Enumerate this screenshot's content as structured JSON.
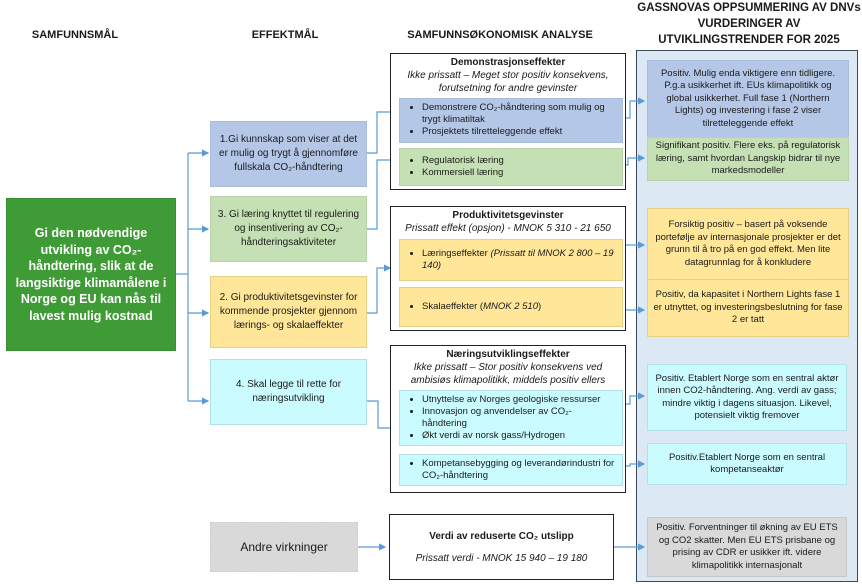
{
  "headers": {
    "samfunnsmal": "SAMFUNNSMÅL",
    "effektmal": "EFFEKTMÅL",
    "analyse": "SAMFUNNSØKONOMISK ANALYSE",
    "gassnova": "GASSNOVAS OPPSUMMERING AV DNVs VURDERINGER AV UTVIKLINGSTRENDER FOR 2025"
  },
  "samfunnsmal": {
    "text": "Gi den nødvendige utvikling av CO₂-håndtering, slik at de langsiktige klimamålene i Norge og EU kan nås til lavest mulig kostnad"
  },
  "effektmal": [
    {
      "text": "1.Gi kunnskap som viser at det er mulig og trygt å gjennomføre fullskala CO₂-håndtering"
    },
    {
      "text": "3. Gi læring knyttet til regulering og insentivering av CO₂-håndteringsaktiviteter"
    },
    {
      "text": "2. Gi produktivitetsgevinster for kommende prosjekter gjennom lærings- og skalaeffekter"
    },
    {
      "text": "4. Skal legge til rette for næringsutvikling"
    },
    {
      "text": "Andre virkninger"
    }
  ],
  "analyse": {
    "demonstrasjon": {
      "title": "Demonstrasjonseffekter",
      "subtitle": "Ikke prissatt – Meget stor positiv konsekvens, forutsetning for andre gevinster",
      "group1": [
        "Demonstrere CO₂-håndtering som mulig og trygt klimatiltak",
        "Prosjektets tilretteleggende effekt"
      ],
      "group2": [
        "Regulatorisk læring",
        "Kommersiell læring"
      ]
    },
    "produktivitet": {
      "title": "Produktivitetsgevinster",
      "subtitle": "Prissatt effekt (opsjon) - MNOK 5 310 - 21 650",
      "item1_label": "Læringseffekter ",
      "item1_note": "(Prissatt til MNOK 2 800 – 19 140)",
      "item2_label": "Skalaeffekter (",
      "item2_note": "MNOK 2 510",
      "item2_close": ")"
    },
    "naering": {
      "title": "Næringsutviklingseffekter",
      "subtitle": "Ikke prissatt – Stor positiv konsekvens ved ambisiøs klimapolitikk, middels positiv ellers",
      "group1": [
        "Utnyttelse av Norges geologiske ressurser",
        "Innovasjon og anvendelser av CO₂-håndtering",
        "Økt verdi av norsk gass/Hydrogen"
      ],
      "group2": [
        "Kompetansebygging og leverandørindustri for CO₂-håndtering"
      ]
    },
    "utslipp": {
      "title": "Verdi av reduserte CO₂ utslipp",
      "subtitle": "Prissatt verdi - MNOK 15 940 – 19 180"
    }
  },
  "gassnova": [
    "Positiv. Mulig enda viktigere enn tidligere. P.g.a usikkerhet ift. EUs klimapolitikk og global usikkerhet. Full fase 1 (Northern Lights) og investering i fase 2 viser tilretteleggende effekt",
    "Signifikant positiv. Flere eks. på regulatorisk læring, samt hvordan Langskip bidrar til nye markedsmodeller",
    "Forsiktig positiv – basert på voksende portefølje av internasjonale prosjekter er det grunn til å tro på en god effekt. Men lite datagrunnlag for å konkludere",
    "Positiv, da kapasitet i Northern Lights fase 1 er utnyttet, og investeringsbeslutning for fase 2 er tatt",
    "Positiv. Etablert Norge som en sentral aktør innen CO2-håndtering. Ang. verdi av gass; mindre viktig i dagens situasjon. Likevel, potensielt viktig fremover",
    "Positiv.Etablert Norge som en sentral kompetanseaktør",
    "Positiv. Forventninger til økning av EU ETS og CO2 skatter. Men EU ETS prisbane og prising av CDR er usikker ift. videre klimapolitikk internasjonalt"
  ],
  "colors": {
    "samfunnsmal_green": "#3f9b35",
    "blue": "#b4c7e7",
    "light_green": "#c5e0b4",
    "orange": "#ffe699",
    "cyan": "#c9fbff",
    "grey": "#d9d9d9",
    "panel": "#dde8f5",
    "connector": "#5b9bd5"
  }
}
